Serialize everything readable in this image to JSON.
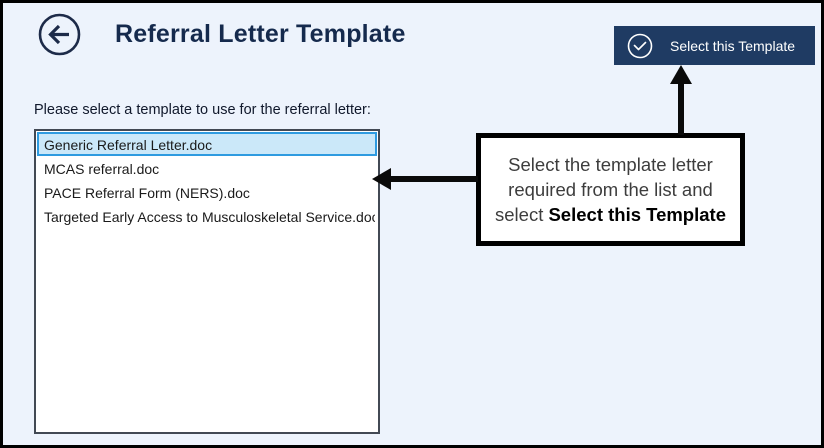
{
  "window": {
    "title": "Referral Letter Template"
  },
  "header": {
    "back_icon": "arrow-left-circle-icon",
    "title": "Referral Letter Template",
    "select_button": {
      "icon": "check-circle-icon",
      "label": "Select this Template"
    }
  },
  "content": {
    "instruction": "Please select a template to use for the referral letter:",
    "listbox": {
      "items": [
        {
          "label": "Generic Referral Letter.doc",
          "selected": true
        },
        {
          "label": "MCAS referral.doc",
          "selected": false
        },
        {
          "label": "PACE Referral Form (NERS).doc",
          "selected": false
        },
        {
          "label": "Targeted Early Access to Musculoskeletal Service.doc",
          "selected": false
        }
      ]
    }
  },
  "annotation": {
    "text": "Select the template letter required from the list and select",
    "bold_text": "Select this Template",
    "arrows": [
      "points-left-to-template-list",
      "points-up-to-select-button"
    ]
  },
  "colors": {
    "page_background": "#EDF3FC",
    "page_border": "#000000",
    "button_navy": "#1F3B63",
    "title_navy": "#152A4D",
    "selected_item_background": "#CBE8F9",
    "selected_item_border": "#2F9BE0",
    "listbox_border": "#424954",
    "annotation_border": "#000000",
    "arrow_black": "#0A0A0A"
  }
}
